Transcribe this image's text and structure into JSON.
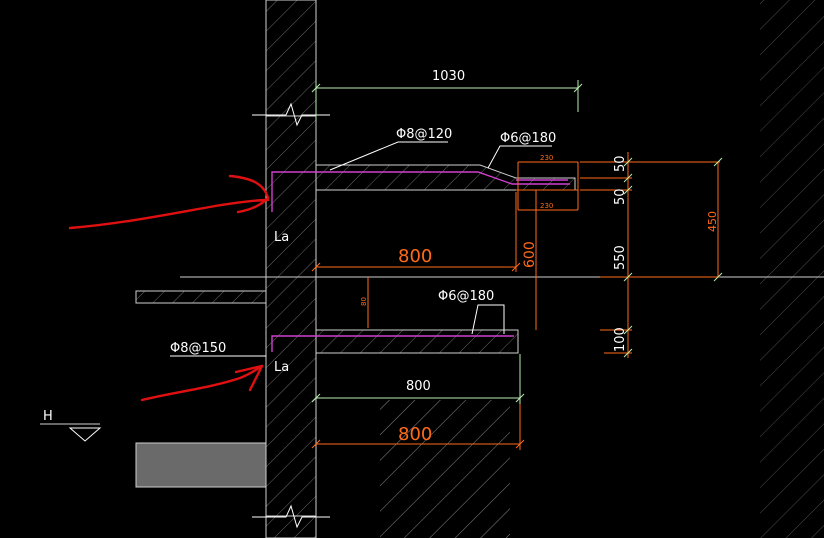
{
  "colors": {
    "background": "#000000",
    "concrete_line": "#cfcfcf",
    "concrete_hatch": "#7a7a7a",
    "rebar": "#d040d0",
    "dimension_orange": "#ff6a1a",
    "dimension_green": "#b8f0b0",
    "leader_white": "#ffffff",
    "markup_red": "#e01010"
  },
  "rebar_labels": {
    "top_slab_top_bar": "Φ8@120",
    "top_slab_bottom_bar": "Φ6@180",
    "lower_slab_bar": "Φ6@180",
    "wall_bar": "Φ8@150"
  },
  "anchorage": {
    "upper": "La",
    "lower": "La"
  },
  "dimensions": {
    "top_length": "1030",
    "upper_slab_length": "800",
    "lower_slab_length_small": "800",
    "lower_slab_length": "800",
    "vertical_gap": "600",
    "total_height": "450",
    "seg_top": "50",
    "seg_upper": "50",
    "seg_mid": "550",
    "seg_bottom": "100",
    "small_top": "230",
    "small_bottom": "230",
    "small_left": "80"
  },
  "level_symbol": "H",
  "icons": {
    "break_mark": "break-line-icon",
    "level_mark": "level-triangle-icon",
    "markup_arrow": "red-arrow-icon"
  }
}
